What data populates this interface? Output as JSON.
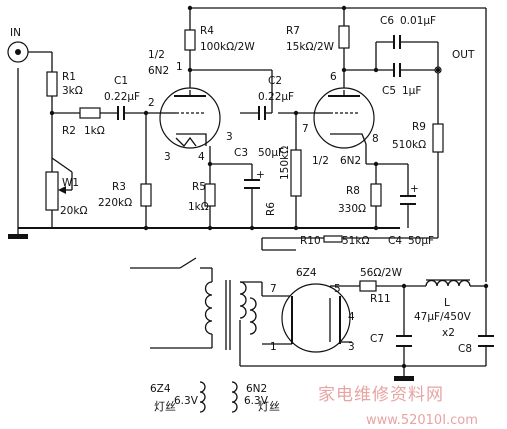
{
  "input_label": "IN",
  "output_label": "OUT",
  "components": {
    "r1": {
      "ref": "R1",
      "value": "3kΩ"
    },
    "r2": {
      "ref": "R2",
      "value": "1kΩ"
    },
    "r3": {
      "ref": "R3",
      "value": "220kΩ"
    },
    "r4": {
      "ref": "R4",
      "value": "100kΩ/2W"
    },
    "r5": {
      "ref": "R5",
      "value": "1kΩ"
    },
    "r6": {
      "ref": "R6",
      "value": "150kΩ"
    },
    "r7": {
      "ref": "R7",
      "value": "15kΩ/2W"
    },
    "r8": {
      "ref": "R8",
      "value": "330Ω"
    },
    "r9": {
      "ref": "R9",
      "value": "510kΩ"
    },
    "r10": {
      "ref": "R10",
      "value": "51kΩ"
    },
    "r11": {
      "ref": "R11",
      "value": "56Ω/2W"
    },
    "w1": {
      "ref": "W1",
      "value": "20kΩ"
    },
    "c1": {
      "ref": "C1",
      "value": "0.22μF"
    },
    "c2": {
      "ref": "C2",
      "value": "0.22μF"
    },
    "c3": {
      "ref": "C3",
      "value": "50μF"
    },
    "c4": {
      "ref": "C4",
      "value": "50μF"
    },
    "c5": {
      "ref": "C5",
      "value": "1μF"
    },
    "c6": {
      "ref": "C6",
      "value": "0.01μF"
    },
    "c7": {
      "ref": "C7",
      "value": ""
    },
    "c8": {
      "ref": "C8",
      "value": ""
    },
    "c78_value": "47μF/450V",
    "c78_count": "x2",
    "inductor": {
      "ref": "L"
    }
  },
  "tubes": {
    "v1": {
      "section": "1/2",
      "type": "6N2",
      "pins": [
        "1",
        "2",
        "3",
        "4"
      ]
    },
    "v2": {
      "section": "1/2",
      "type": "6N2",
      "pins": [
        "6",
        "7",
        "8"
      ]
    },
    "rect": {
      "type": "6Z4",
      "pins": [
        "7",
        "5",
        "4",
        "1",
        "3"
      ]
    }
  },
  "heaters": {
    "h1": {
      "tube": "6Z4",
      "label": "灯丝",
      "voltage": "6.3V"
    },
    "h2": {
      "tube": "6N2",
      "label": "灯丝",
      "voltage": "6.3V"
    }
  },
  "watermark": {
    "text": "家电维修资料网",
    "url": "www.52010I.com"
  }
}
